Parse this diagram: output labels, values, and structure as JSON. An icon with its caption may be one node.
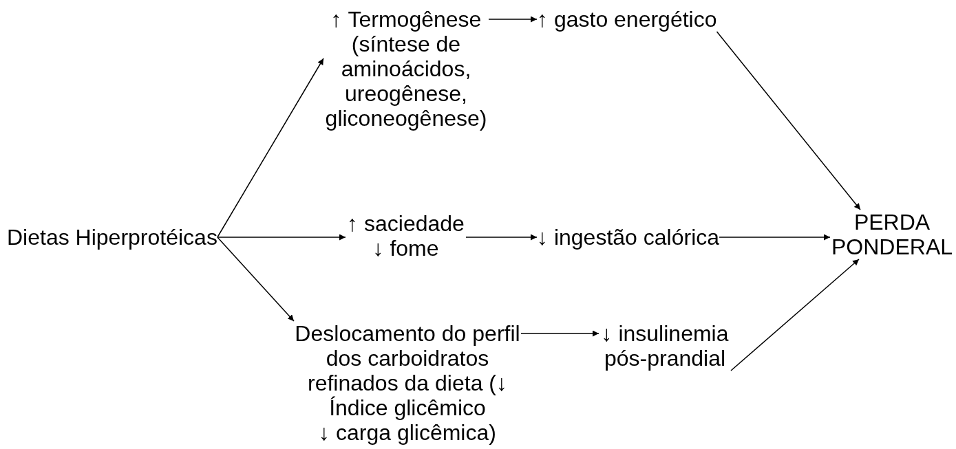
{
  "diagram": {
    "nodes": [
      {
        "text": [
          "Dietas Hiperprotéicas"
        ]
      },
      {
        "text": [
          "↑ Termogênese (síntese de aminoácidos, ureogênese, gliconeogênese)"
        ]
      },
      {
        "text": [
          "↑ gasto energético"
        ]
      },
      {
        "text": [
          "↑ saciedade ↓ fome"
        ]
      },
      {
        "text": [
          "↓ ingestão calórica"
        ]
      },
      {
        "text": [
          "PERDA PONDERAL"
        ]
      },
      {
        "text": [
          "Deslocamento do perfil dos carboidratos refinados da dieta (↓ Índice glicêmico ↓ carga glicêmica)"
        ]
      },
      {
        "text": [
          "↓ insulinemia pós-prandial"
        ]
      }
    ],
    "edges": [
      {
        "from": 0,
        "to": 1,
        "arrow": "to"
      },
      {
        "from": 0,
        "to": 3,
        "arrow": "to"
      },
      {
        "from": 0,
        "to": 6,
        "arrow": "to"
      },
      {
        "from": 1,
        "to": 2,
        "arrow": "to"
      },
      {
        "from": 3,
        "to": 4,
        "arrow": "to"
      },
      {
        "from": 6,
        "to": 7,
        "arrow": "to"
      },
      {
        "from": 2,
        "to": 5,
        "arrow": "to"
      },
      {
        "from": 4,
        "to": 5,
        "arrow": "to"
      },
      {
        "from": 7,
        "to": 5,
        "arrow": "to"
      }
    ]
  }
}
